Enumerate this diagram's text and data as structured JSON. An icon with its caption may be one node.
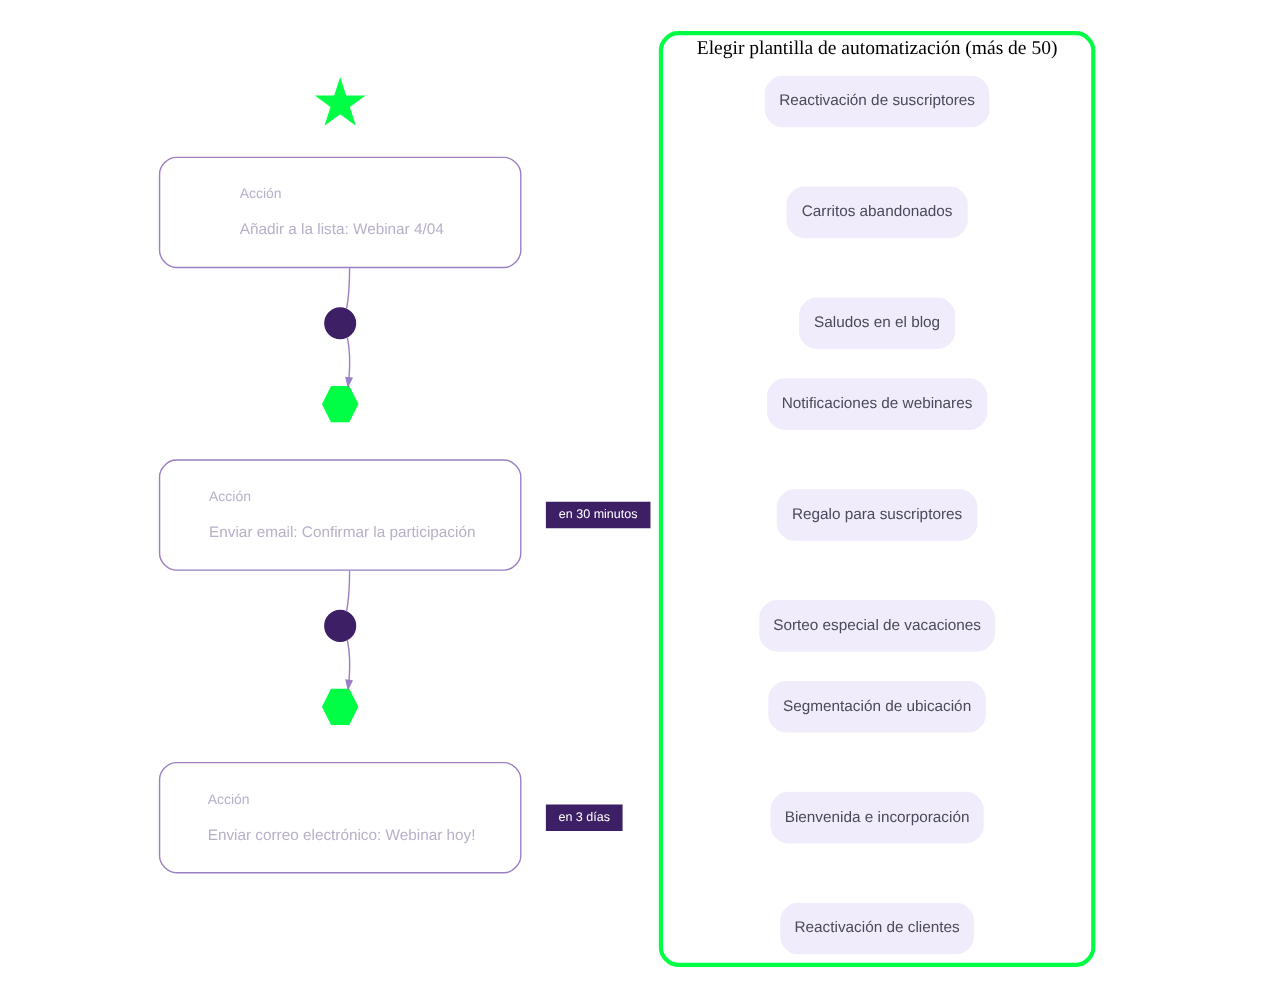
{
  "diagram": {
    "nodes": [
      {
        "text": [],
        "shape": "star"
      },
      {
        "text": [
          "Acción",
          "Añadir a la lista: Webinar 4/04"
        ]
      },
      {
        "text": [],
        "shape": "circle"
      },
      {
        "text": [],
        "shape": "hexagon"
      },
      {
        "text": [
          "Acción",
          "Enviar email: Confirmar la participación"
        ],
        "beside": [
          "en 30 minutos"
        ]
      },
      {
        "text": [],
        "shape": "circle"
      },
      {
        "text": [],
        "shape": "hexagon"
      },
      {
        "text": [
          "Acción",
          "Enviar correo electrónico: Webinar hoy!"
        ],
        "beside": [
          "en 3 días"
        ]
      },
      {
        "text": [
          "Elegir plantilla de automatización (más de 50)"
        ]
      },
      {
        "text": [
          "Reactivación de suscriptores"
        ],
        "in": 8
      },
      {
        "text": [
          "Carritos abandonados"
        ],
        "in": 8
      },
      {
        "text": [
          "Saludos en el blog"
        ],
        "in": 8
      },
      {
        "text": [
          "Notificaciones de webinares"
        ],
        "in": 8
      },
      {
        "text": [
          "Regalo para suscriptores"
        ],
        "in": 8
      },
      {
        "text": [
          "Sorteo especial de vacaciones"
        ],
        "in": 8
      },
      {
        "text": [
          "Segmentación de ubicación"
        ],
        "in": 8
      },
      {
        "text": [
          "Bienvenida e incorporación"
        ],
        "in": 8
      },
      {
        "text": [
          "Reactivación de clientes"
        ],
        "in": 8
      }
    ],
    "edges": [
      {
        "from": 1,
        "to": 2,
        "arrow": "none"
      },
      {
        "from": 2,
        "to": 3,
        "arrow": "to"
      },
      {
        "from": 4,
        "to": 5,
        "arrow": "none"
      },
      {
        "from": 5,
        "to": 6,
        "arrow": "to"
      }
    ]
  }
}
